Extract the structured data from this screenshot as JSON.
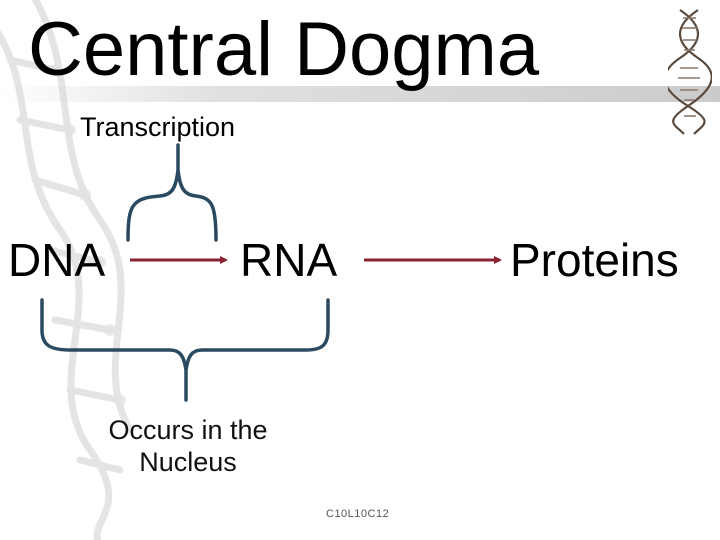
{
  "title": "Central Dogma",
  "process_label": "Transcription",
  "nodes": {
    "dna": "DNA",
    "rna": "RNA",
    "proteins": "Proteins"
  },
  "location_label": {
    "line1": "Occurs in the",
    "line2": "Nucleus"
  },
  "slide_code": "C10L10C12",
  "colors": {
    "arrow": "#8b2232",
    "brace": "#2a4a62",
    "lattice": "#cfcfcf"
  },
  "icons": [
    "dna-helix-icon"
  ]
}
